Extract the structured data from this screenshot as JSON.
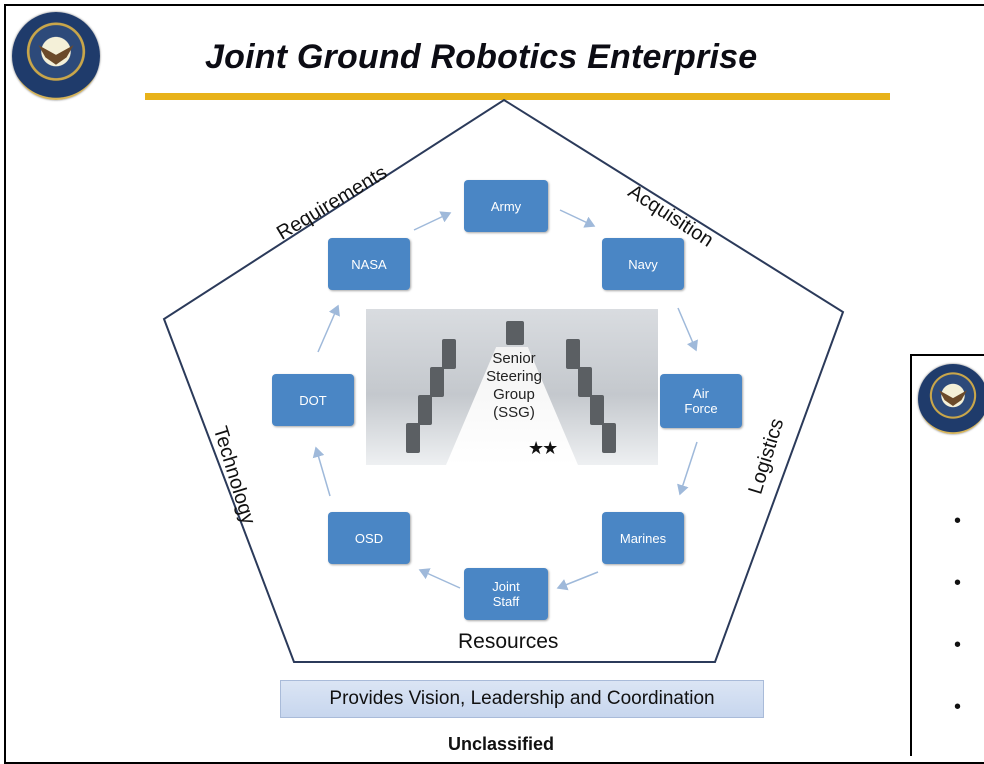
{
  "slide": {
    "title": "Joint Ground Robotics Enterprise",
    "seal_icon": "department-of-defense-seal-icon"
  },
  "diagram": {
    "pentagon_sides": {
      "requirements": "Requirements",
      "acquisition": "Acquisition",
      "logistics": "Logistics",
      "resources": "Resources",
      "technology": "Technology"
    },
    "center": {
      "lines": [
        "Senior",
        "Steering",
        "Group",
        "(SSG)"
      ],
      "stars": "★★"
    },
    "nodes": {
      "army": "Army",
      "navy": "Navy",
      "air_force": [
        "Air",
        "Force"
      ],
      "marines": "Marines",
      "joint_staff": [
        "Joint",
        "Staff"
      ],
      "osd": "OSD",
      "dot": "DOT",
      "nasa": "NASA"
    }
  },
  "banner": "Provides Vision, Leadership and Coordination",
  "footer": "Unclassified",
  "inset": {
    "bullets": [
      "•",
      "•",
      "•",
      "•"
    ]
  },
  "colors": {
    "node_fill": "#4a86c5",
    "title_rule": "#e8b21a",
    "pentagon_stroke": "#2b3a5a"
  }
}
